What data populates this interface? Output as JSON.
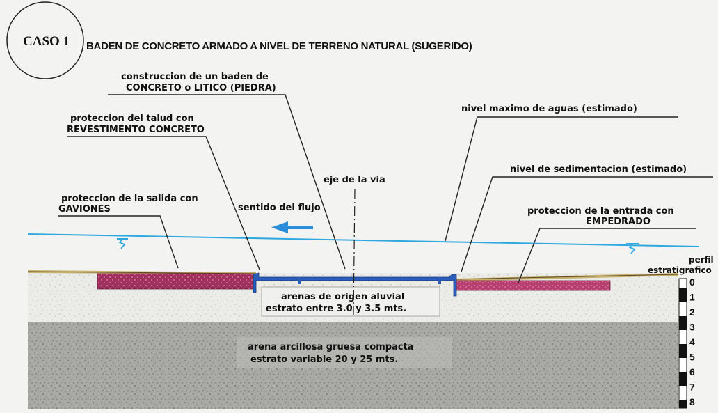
{
  "header": {
    "case_label": "CASO 1",
    "title": "BADEN DE CONCRETO ARMADO A NIVEL DE TERRENO NATURAL (SUGERIDO)"
  },
  "callouts": {
    "baden_line1": "construccion de un baden de",
    "baden_line2": "CONCRETO o LITICO (PIEDRA)",
    "talud_line1": "proteccion del talud con",
    "talud_line2": "REVESTIMENTO CONCRETO",
    "nivel_maximo": "nivel maximo de aguas (estimado)",
    "eje_via": "eje de la via",
    "sedimentacion": "nivel de sedimentacion (estimado)",
    "salida_line1": "proteccion de la salida con",
    "salida_line2": "GAVIONES",
    "sentido_flujo": "sentido del flujo",
    "entrada_line1": "proteccion de la entrada con",
    "entrada_line2": "EMPEDRADO",
    "perfil_line1": "perfil",
    "perfil_line2": "estratigrafico"
  },
  "strata": {
    "upper_line1": "arenas de origen aluvial",
    "upper_line2": "estrato entre 3.0 y 3.5 mts.",
    "lower_line1": "arena arcillosa gruesa compacta",
    "lower_line2": "estrato variable 20 y 25 mts."
  },
  "scale": {
    "ticks": [
      "0",
      "1",
      "2",
      "3",
      "4",
      "5",
      "6",
      "7",
      "8"
    ]
  },
  "colors": {
    "water": "#2fa8e0",
    "concrete": "#2a5db8",
    "gabion": "#a0305c",
    "empedrado": "#c04a7a",
    "surface": "#c8b070",
    "upper_stratum": "#e8e8e6",
    "lower_stratum": "#a9a9a5"
  }
}
